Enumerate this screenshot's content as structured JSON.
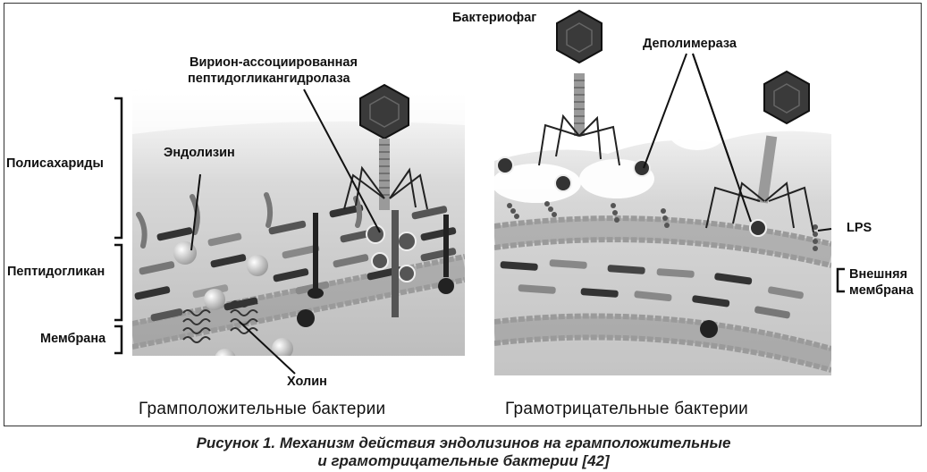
{
  "labels": {
    "polysaccharides": "Полисахариды",
    "peptidoglycan": "Пептидогликан",
    "membrane": "Мембрана",
    "endolysin": "Эндолизин",
    "virion_line1": "Вирион-ассоциированная",
    "virion_line2": "пептидогликангидролаза",
    "holin": "Холин",
    "bacteriophage": "Бактериофаг",
    "depolymerase": "Деполимераза",
    "lps": "LPS",
    "outer_membrane_line1": "Внешняя",
    "outer_membrane_line2": "мембрана"
  },
  "panels": {
    "left_title": "Грамположительные бактерии",
    "right_title": "Грамотрицательные бактерии"
  },
  "caption": {
    "line1": "Рисунок 1. Механизм действия эндолизинов на грамположительные",
    "line2": "и грамотрицательные бактерии [42]"
  }
}
